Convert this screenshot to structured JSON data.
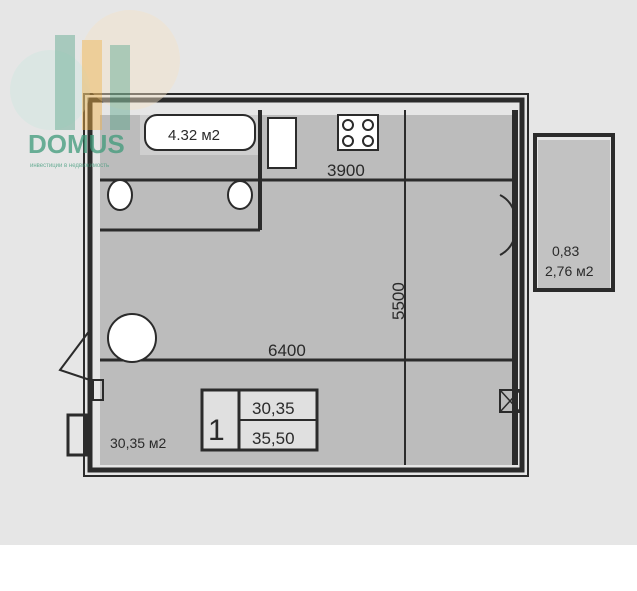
{
  "logo": {
    "text": "DOMUS",
    "subtitle": "инвестиции в недвижимость"
  },
  "rooms": {
    "bathroom_area": "4.32 м2",
    "balcony_coef": "0,83",
    "balcony_area": "2,76 м2",
    "main_area": "30,35 м2"
  },
  "dimensions": {
    "kitchen_width": "3900",
    "depth": "5500",
    "width": "6400"
  },
  "apartment_box": {
    "rooms": "1",
    "living_area": "30,35",
    "total_area": "35,50"
  },
  "colors": {
    "paper": "#e4e4e4",
    "floor": "#b9b9b9",
    "wall": "#2b2b2b",
    "logo_green": "#3f9a7a",
    "logo_orange": "#f2b347"
  }
}
